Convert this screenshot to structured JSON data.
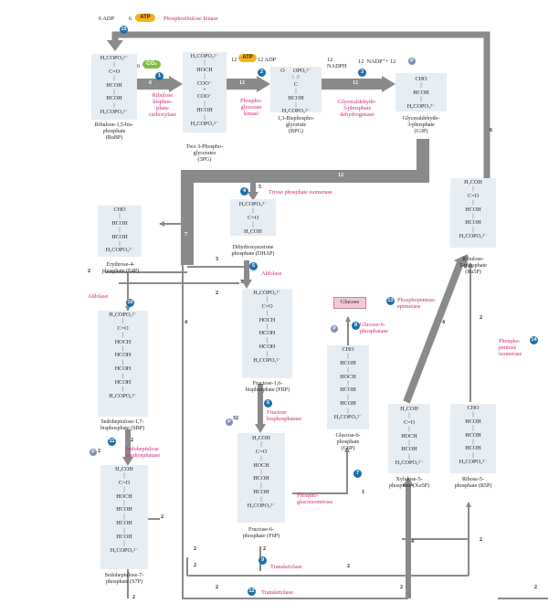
{
  "top_bar": {
    "adp": "6 ADP",
    "atp_count": "6",
    "atp": "ATP",
    "step": "15",
    "enzyme": "Phosphoribulose kinase"
  },
  "molecules": {
    "rubp": {
      "structure": "H₂COPO₃²⁻\n|\nC=O\n|\nHCOH\n|\nHCOH\n|\nH₂COPO₃²⁻",
      "name": "Ribulose-1,5-bis-\nphosphate\n(RuBP)"
    },
    "pga": {
      "structure": "H₂COPO₃²⁻\n|\nHOCH\n|\nCOO⁻\n+\nCOO⁻\n|\nHCOH\n|\nH₂COPO₃²⁻",
      "name": "Two 3-Phospho-\nglycerates\n(3PG)"
    },
    "bpg": {
      "structure": "O      OPO₃²⁻\n\\  //\nC\n|\nHCOH\n|\nH₂COPO₃²⁻",
      "name": "1,3-Bisphospho-\nglycerate\n(BPG)"
    },
    "g3p": {
      "structure": "CHO\n|\nHCOH\n|\nH₂COPO₃²⁻",
      "name": "Glyceraldehyde-\n3-phosphate\n(G3P)"
    },
    "dhap": {
      "structure": "H₂COPO₃²⁻\n|\nC=O\n|\nH₂COH",
      "name": "Dihydroxyacetone\nphosphate (DHAP)"
    },
    "e4p": {
      "structure": "CHO\n|\nHCOH\n|\nHCOH\n|\nH₂COPO₃²⁻",
      "name": "Erythrose-4-\nphosphate (E4P)"
    },
    "ru5p": {
      "structure": "H₂COH\n|\nC=O\n|\nHCOH\n|\nHCOH\n|\nH₂COPO₃²⁻",
      "name": "Ribulose-\n5-phosphate\n(Ru5P)"
    },
    "fbp": {
      "structure": "H₂COPO₃²⁻\n|\nC=O\n|\nHOCH\n|\nHCOH\n|\nHCOH\n|\nH₂COPO₃²⁻",
      "name": "Fructose-1,6-\nbisphosphate (FBP)"
    },
    "sbp": {
      "structure": "H₂COPO₃²⁻\n|\nC=O\n|\nHOCH\n|\nHCOH\n|\nHCOH\n|\nHCOH\n|\nH₂COPO₃²⁻",
      "name": "Sedoheptulose-1,7-\nbisphosphate (SBP)"
    },
    "g6p": {
      "structure": "CHO\n|\nHCOH\n|\nHOCH\n|\nHCOH\n|\nHCOH\n|\nH₂COPO₃²⁻",
      "name": "Glucose-6-\nphosphate\n(G6P)"
    },
    "f6p": {
      "structure": "H₂COH\n|\nC=O\n|\nHOCH\n|\nHCOH\n|\nHCOH\n|\nH₂COPO₃²⁻",
      "name": "Fructose-6-\nphosphate (F6P)"
    },
    "s7p": {
      "structure": "H₂COH\n|\nC=O\n|\nHOCH\n|\nHCOH\n|\nHCOH\n|\nHCOH\n|\nH₂COPO₃²⁻",
      "name": "Sedoheptulose-7-\nphosphate (S7P)"
    },
    "xu5p": {
      "structure": "H₂COH\n|\nC=O\n|\nHOCH\n|\nHCOH\n|\nH₂COPO₃²⁻",
      "name": "Xylulose-5-\nphosphate (Xu5P)"
    },
    "r5p": {
      "structure": "CHO\n|\nHCOH\n|\nHCOH\n|\nHCOH\n|\nH₂COPO₃²⁻",
      "name": "Ribose-5-\nphosphate (R5P)"
    }
  },
  "glucose": "Glucose",
  "enzymes": {
    "e1": "Ribulose\nbisphos-\nphate\ncarboxylase",
    "e2": "Phospho-\nglycerate\nkinase",
    "e3": "Glyceraldehyde-\n3-phosphate\ndehydrogenase",
    "e4": "Triose phosphate isomerase",
    "e5": "Aldolase",
    "e6": "Fructose\nbisphosphatase",
    "e7": "Phospho-\nglucoisomerase",
    "e8": "Glucose-6-\nphosphatase",
    "e9": "Transketolase",
    "e10": "Aldolase",
    "e11": "Sedoheptulose\nbisphosphatase",
    "e12": "Transketolase",
    "e13": "Phosphopentose\nepimerase",
    "e14": "Phospho-\npentose\nisomerase"
  },
  "steps": [
    "1",
    "2",
    "3",
    "4",
    "5",
    "6",
    "7",
    "8",
    "9",
    "10",
    "11",
    "12",
    "13",
    "14"
  ],
  "cofactors": {
    "co2_count": "6",
    "co2": "CO₂",
    "atp2_count": "12",
    "atp2": "ATP",
    "adp2": "12 ADP",
    "nadph_count": "12",
    "nadph": "NADPH",
    "nadp": "12  NADP⁺+ 12",
    "pi": "P"
  },
  "flux": {
    "f_rubp_pga": "6",
    "f_pga_bpg": "12",
    "f_bpg_g3p": "12",
    "f_g3p_down": "12",
    "f_ru5p_rubp": "6",
    "f_g3p_dhap": "5",
    "f_left_7": "7",
    "f_3a": "3",
    "f_3b": "3",
    "f_2a": "2",
    "f_4a": "4",
    "f_2b": "2",
    "f_2c": "2",
    "f_2d": "2",
    "f_2e": "2",
    "f_2f": "2",
    "f_2g": "2",
    "f_1": "1",
    "f_2h": "2",
    "f_2i": "2",
    "f_4b": "4",
    "f_2j": "2",
    "f_2k": "2",
    "f_2l": "2",
    "f_4c": "4",
    "f_2m": "2",
    "f_2n": "2",
    "f_2o": "2",
    "f_3c": "3",
    "f_2p": "2"
  }
}
